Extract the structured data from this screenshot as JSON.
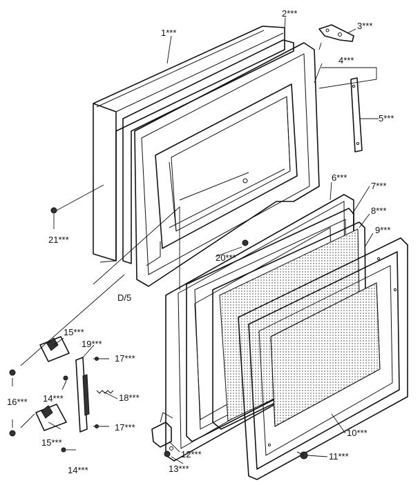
{
  "labels": {
    "p1": "1***",
    "p2": "2***",
    "p3": "3***",
    "p4": "4***",
    "p5": "5***",
    "p6": "6***",
    "p7": "7***",
    "p8": "8***",
    "p9": "9***",
    "p10": "10***",
    "p11": "11***",
    "p12": "12***",
    "p13": "13***",
    "p14a": "14***",
    "p14b": "14***",
    "p15a": "15***",
    "p15b": "15***",
    "p16": "16***",
    "p17a": "17***",
    "p17b": "17***",
    "p18": "18***",
    "p19": "19***",
    "p20": "20***",
    "p21": "21***"
  },
  "note": "D/5"
}
